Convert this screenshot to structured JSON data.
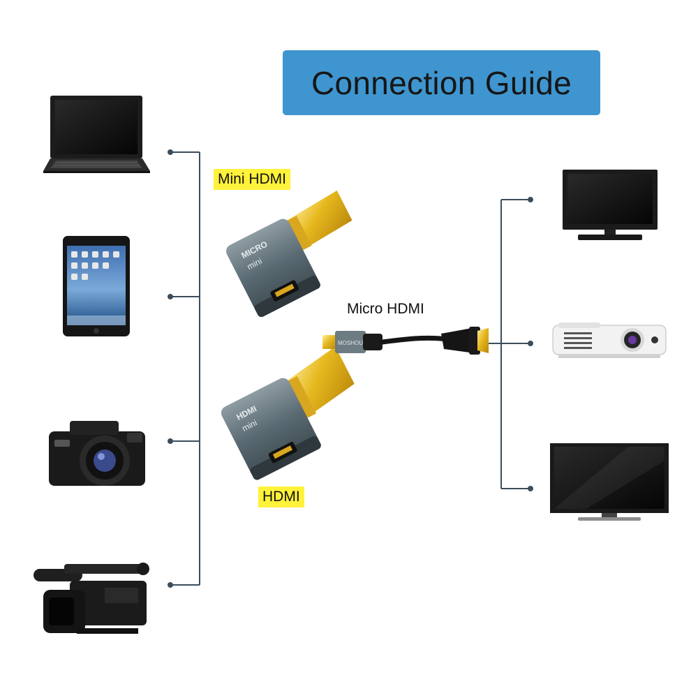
{
  "title": "Connection Guide",
  "labels": {
    "mini_hdmi": "Mini HDMI",
    "micro_hdmi": "Micro HDMI",
    "hdmi": "HDMI"
  },
  "adapters": {
    "top_engraving": [
      "MICRO",
      "mini"
    ],
    "bottom_engraving": [
      "HDMI",
      "mini"
    ]
  },
  "cable_brand": "MOSHOU",
  "source_devices": [
    "laptop-icon",
    "tablet-icon",
    "camera-icon",
    "camcorder-icon"
  ],
  "display_devices": [
    "monitor-icon",
    "projector-icon",
    "tv-icon"
  ],
  "colors": {
    "title_bg": "#3f95cf",
    "tag_bg": "#fff23a",
    "connector_line": "#3b4d5c",
    "adapter_body": "#5a6a72",
    "gold": "#e6b81e"
  }
}
